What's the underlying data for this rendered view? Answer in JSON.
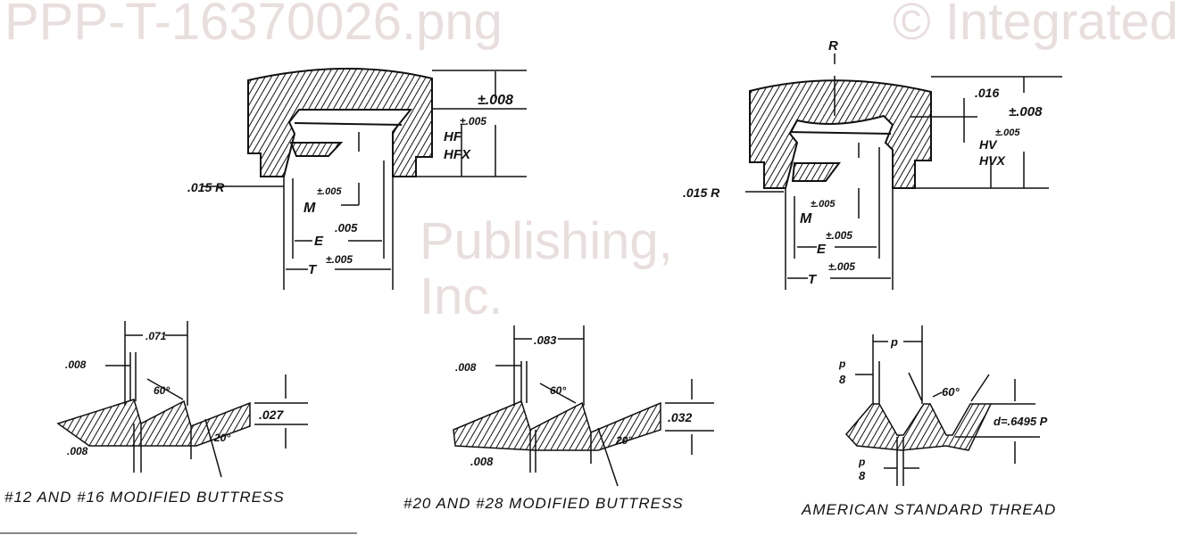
{
  "watermark": {
    "line1": "© Integrated",
    "line2": "Publishing, Inc.",
    "line3": "PPP-T-16370026.png"
  },
  "cap_flat": {
    "tol_top": "±.008",
    "tol_hf": "±.005",
    "hf": "HF",
    "hfx": "HFX",
    "radius": ".015 R",
    "m_tol": "±.005",
    "m": "M",
    "e": "E",
    "e_tol": ".005",
    "t": "T",
    "t_tol": "±.005"
  },
  "cap_vent": {
    "r": "R",
    "dim_016": ".016",
    "tol_top": "±.008",
    "tol_hv": "±.005",
    "hv": "HV",
    "hvx": "HVX",
    "radius": ".015 R",
    "m_tol": "±.005",
    "m": "M",
    "e": "E",
    "e_tol": "±.005",
    "t": "T",
    "t_tol": "±.005"
  },
  "thread_12_16": {
    "pitch": ".071",
    "flat_top": ".008",
    "angle": "60°",
    "depth": ".027",
    "flat_bottom": ".008",
    "lean": "20°",
    "caption": "#12 AND #16 MODIFIED BUTTRESS"
  },
  "thread_20_28": {
    "pitch": ".083",
    "flat_top": ".008",
    "angle": "60°",
    "depth": ".032",
    "flat_bottom": ".008",
    "lean": "20°",
    "caption": "#20 AND #28 MODIFIED BUTTRESS"
  },
  "thread_american": {
    "pitch": "p",
    "flat_top_num": "p",
    "flat_top_den": "8",
    "angle": "60°",
    "depth": "d=.6495 P",
    "flat_bottom_num": "p",
    "flat_bottom_den": "8",
    "caption": "AMERICAN STANDARD THREAD"
  }
}
